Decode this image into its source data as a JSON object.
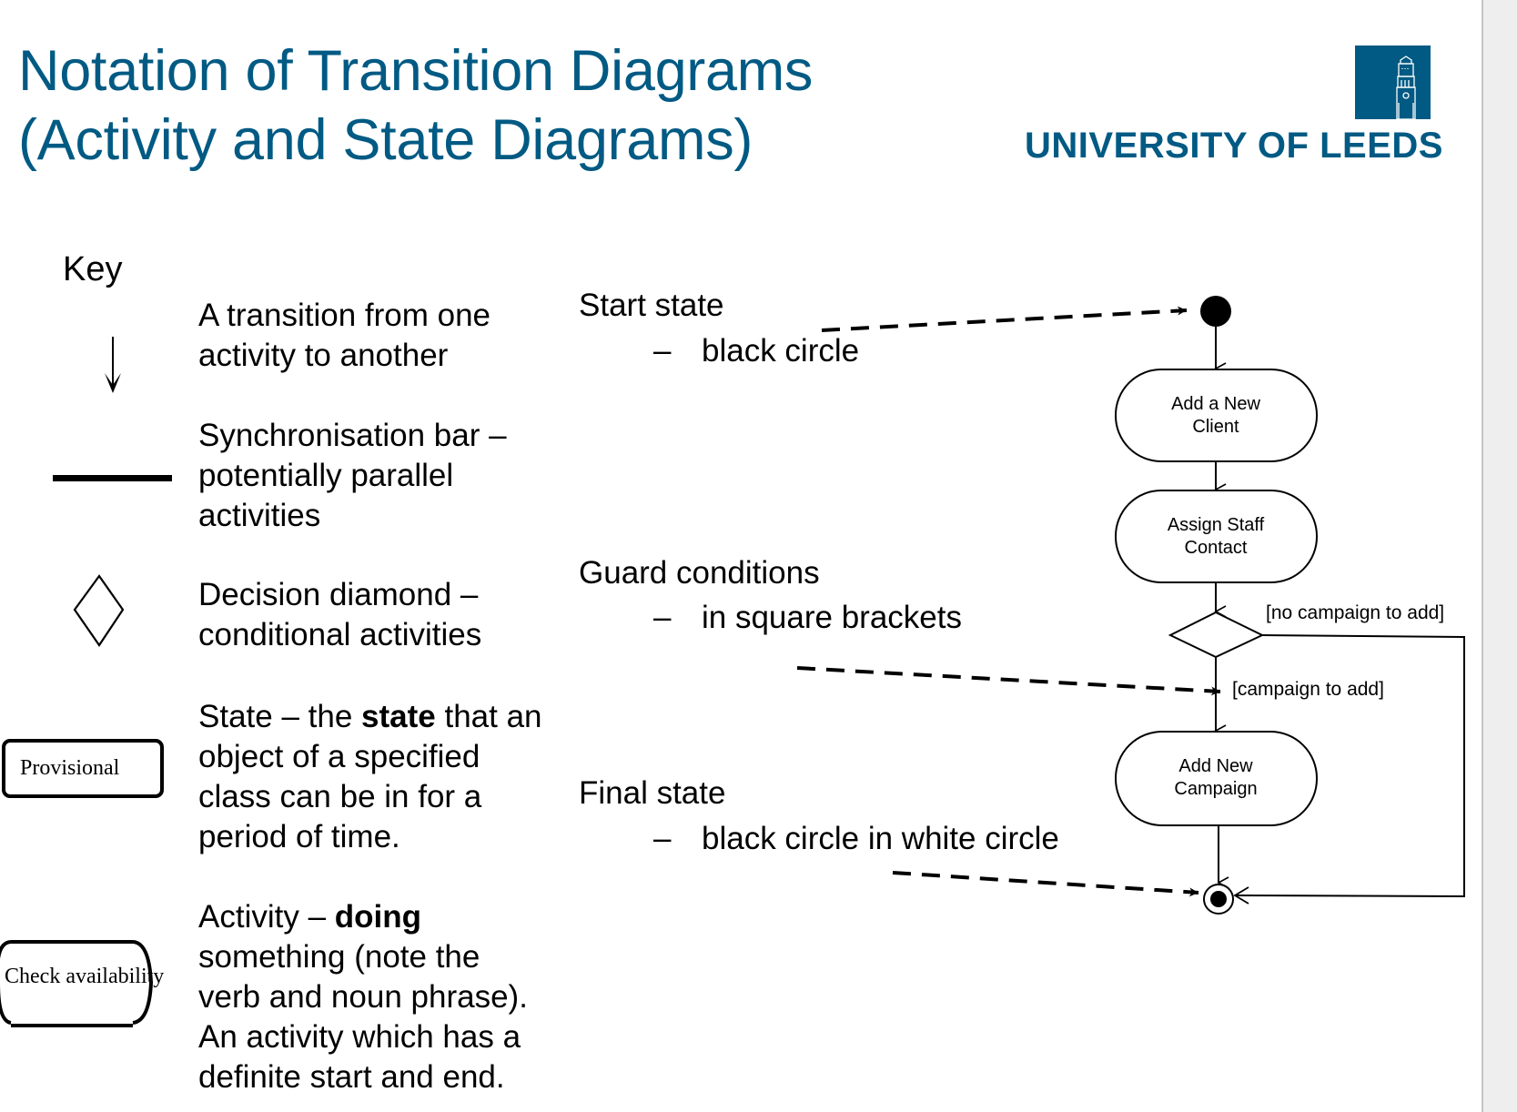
{
  "title": {
    "line1": "Notation of Transition Diagrams",
    "line2": "(Activity and State Diagrams)"
  },
  "logo": {
    "text": "UNIVERSITY OF LEEDS",
    "icon": "university-tower-icon",
    "color": "#005a83"
  },
  "key": {
    "heading": "Key",
    "items": [
      {
        "symbol": "transition-arrow-icon",
        "lines": [
          "A transition from one",
          "activity to another"
        ]
      },
      {
        "symbol": "synchronisation-bar-icon",
        "lines": [
          "Synchronisation bar –",
          "potentially parallel",
          "activities"
        ]
      },
      {
        "symbol": "decision-diamond-icon",
        "lines": [
          "Decision diamond –",
          "conditional activities"
        ]
      },
      {
        "symbol": "state-box",
        "symbol_label": "Provisional",
        "prefix": "State – the ",
        "bold": "state",
        "suffix": " that an",
        "lines": [
          "object of a specified",
          "class can be in for a",
          "period of time."
        ]
      },
      {
        "symbol": "activity-box",
        "symbol_label": "Check availability",
        "prefix": "Activity – ",
        "bold": "doing",
        "lines": [
          "something (note the",
          "verb and noun phrase).",
          "An activity which has a",
          "definite start and end."
        ]
      }
    ]
  },
  "annotations": {
    "start": {
      "heading": "Start state",
      "dash": "–",
      "detail": "black circle"
    },
    "guard": {
      "heading": "Guard conditions",
      "dash": "–",
      "detail": "in square brackets"
    },
    "final": {
      "heading": "Final state",
      "dash": "–",
      "detail": "black circle in white circle"
    }
  },
  "diagram": {
    "nodes": [
      {
        "line1": "Add a New",
        "line2": "Client"
      },
      {
        "line1": "Assign Staff",
        "line2": "Contact"
      },
      {
        "line1": "Add New",
        "line2": "Campaign"
      }
    ],
    "guards": {
      "no_campaign": "[no campaign to add]",
      "campaign": "[campaign to add]"
    }
  },
  "colors": {
    "brand": "#005a83",
    "scroll_strip": "#eeeeee"
  }
}
